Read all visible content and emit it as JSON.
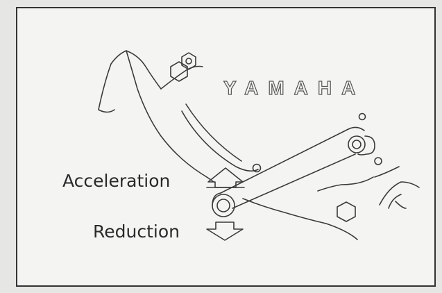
{
  "brand": {
    "logo_text": "YAMAHA"
  },
  "labels": {
    "acceleration": "Acceleration",
    "reduction": "Reduction"
  },
  "colors": {
    "line": "#3a3a3a",
    "paper": "#f4f4f2",
    "background": "#e6e6e4"
  }
}
